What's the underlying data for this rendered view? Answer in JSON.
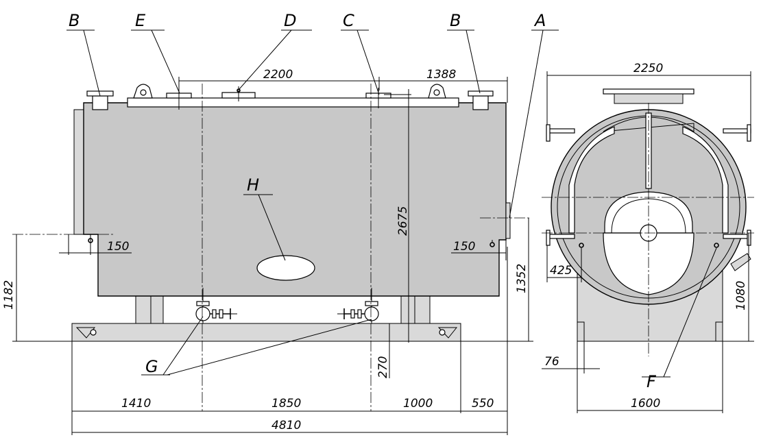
{
  "labels": {
    "a": "A",
    "b_left": "B",
    "b_right": "B",
    "c": "C",
    "d": "D",
    "e": "E",
    "f": "F",
    "g": "G",
    "h": "H"
  },
  "dimensions": {
    "top_2200": "2200",
    "top_1388": "1388",
    "height_2675": "2675",
    "left_150": "150",
    "right_150": "150",
    "height_1182": "1182",
    "height_1352": "1352",
    "base_270": "270",
    "bottom_1410": "1410",
    "bottom_1850": "1850",
    "bottom_1000": "1000",
    "bottom_550": "550",
    "overall_4810": "4810",
    "side_2250": "2250",
    "side_425": "425",
    "side_1080": "1080",
    "side_76": "76",
    "side_1600": "1600"
  },
  "colors": {
    "body_fill": "#c8c8c8",
    "line": "#000000",
    "background": "#ffffff"
  }
}
